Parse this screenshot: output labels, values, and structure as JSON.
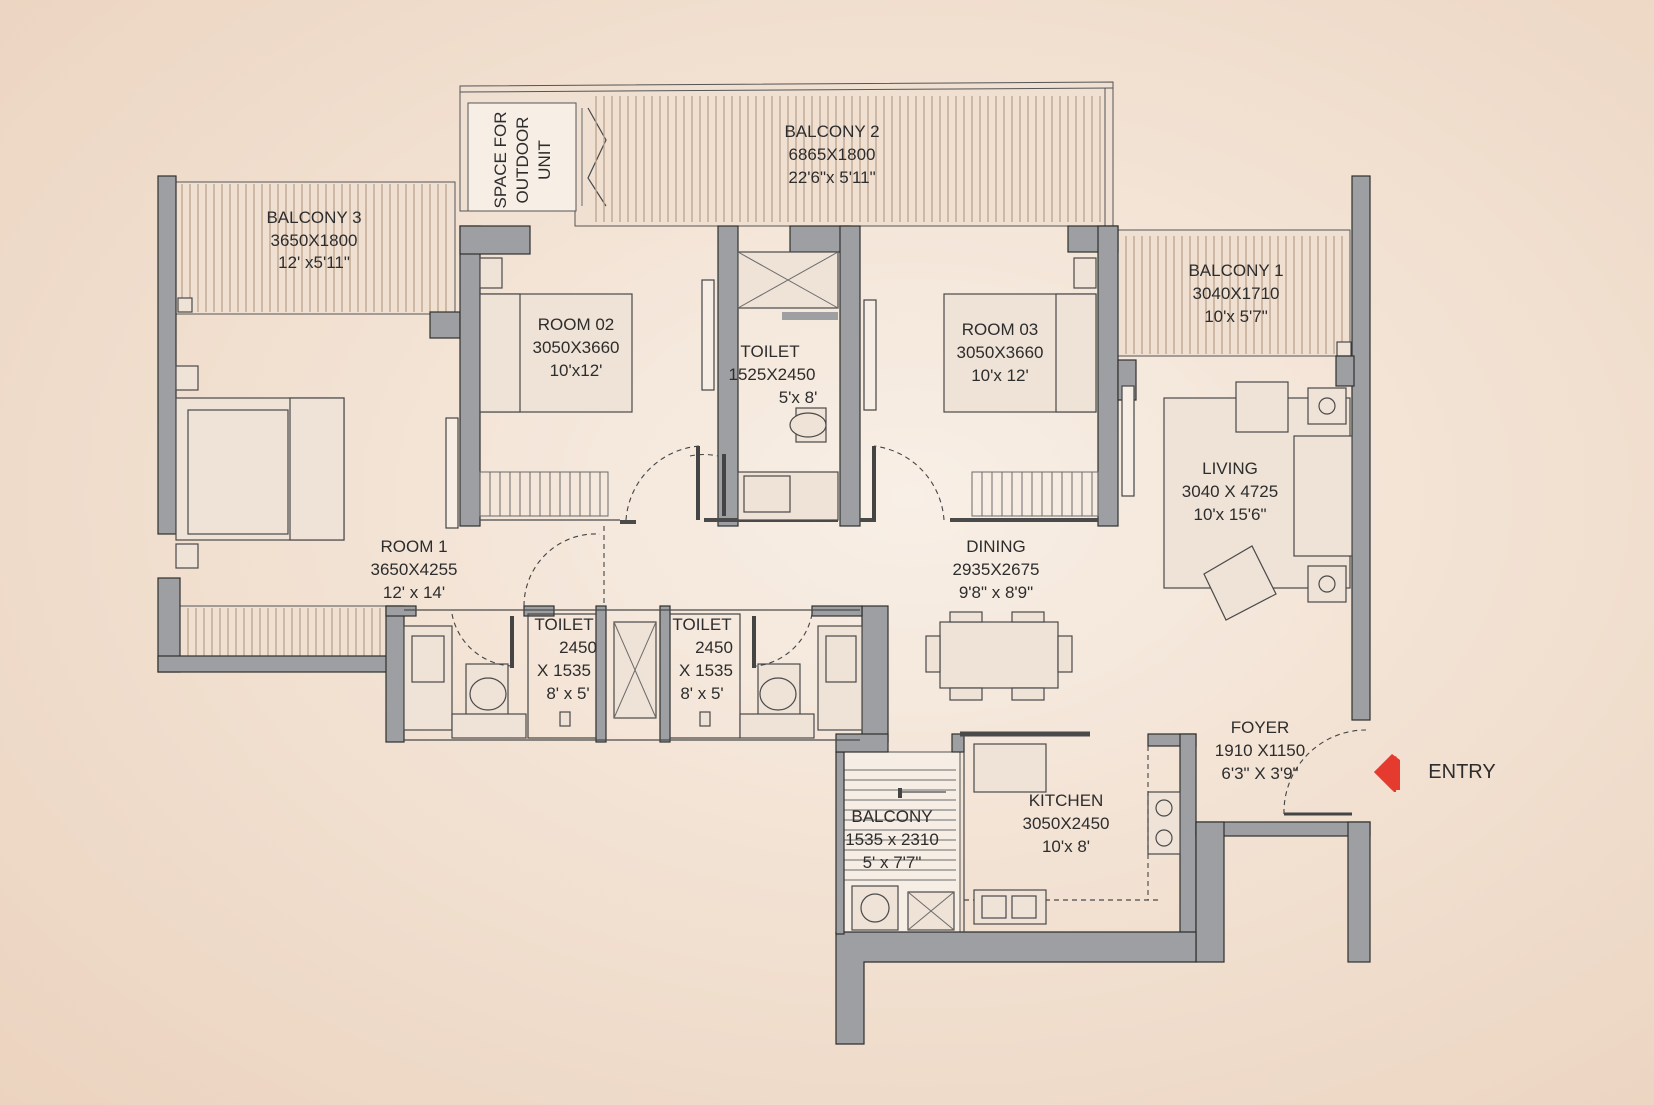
{
  "rooms": {
    "balcony3": {
      "name": "BALCONY 3",
      "mm": "3650X1800",
      "ft": "12' x5'11\""
    },
    "outdoor": {
      "line1": "SPACE FOR",
      "line2": "OUTDOOR",
      "line3": "UNIT"
    },
    "balcony2": {
      "name": "BALCONY 2",
      "mm": "6865X1800",
      "ft": "22'6\"x 5'11\""
    },
    "balcony1": {
      "name": "BALCONY 1",
      "mm": "3040X1710",
      "ft": "10'x 5'7\""
    },
    "room02": {
      "name": "ROOM 02",
      "mm": "3050X3660",
      "ft": "10'x12'"
    },
    "toilet_top": {
      "name": "TOILET",
      "mm": "1525X2450",
      "ft": "5'x 8'"
    },
    "room03": {
      "name": "ROOM 03",
      "mm": "3050X3660",
      "ft": "10'x 12'"
    },
    "living": {
      "name": "LIVING",
      "mm": "3040 X 4725",
      "ft": "10'x 15'6\""
    },
    "room1": {
      "name": "ROOM 1",
      "mm": "3650X4255",
      "ft": "12' x 14'"
    },
    "dining": {
      "name": "DINING",
      "mm": "2935X2675",
      "ft": "9'8\" x 8'9\""
    },
    "toilet_left": {
      "name": "TOILET",
      "mm1": "2450",
      "mm2": "X 1535",
      "ft": "8' x 5'"
    },
    "toilet_right": {
      "name": "TOILET",
      "mm1": "2450",
      "mm2": "X 1535",
      "ft": "8' x 5'"
    },
    "foyer": {
      "name": "FOYER",
      "mm": "1910 X1150",
      "ft": "6'3\" X 3'9\""
    },
    "kitchen": {
      "name": "KITCHEN",
      "mm": "3050X2450",
      "ft": "10'x 8'"
    },
    "balcony_k": {
      "name": "BALCONY",
      "mm": "1535 x 2310",
      "ft": "5' x 7'7\""
    }
  },
  "entry": {
    "label": "ENTRY",
    "color": "#e53a2e"
  },
  "colors": {
    "wall": "#9e9fa2",
    "hatch": "#bda28c",
    "background": "#f4e6d9"
  }
}
